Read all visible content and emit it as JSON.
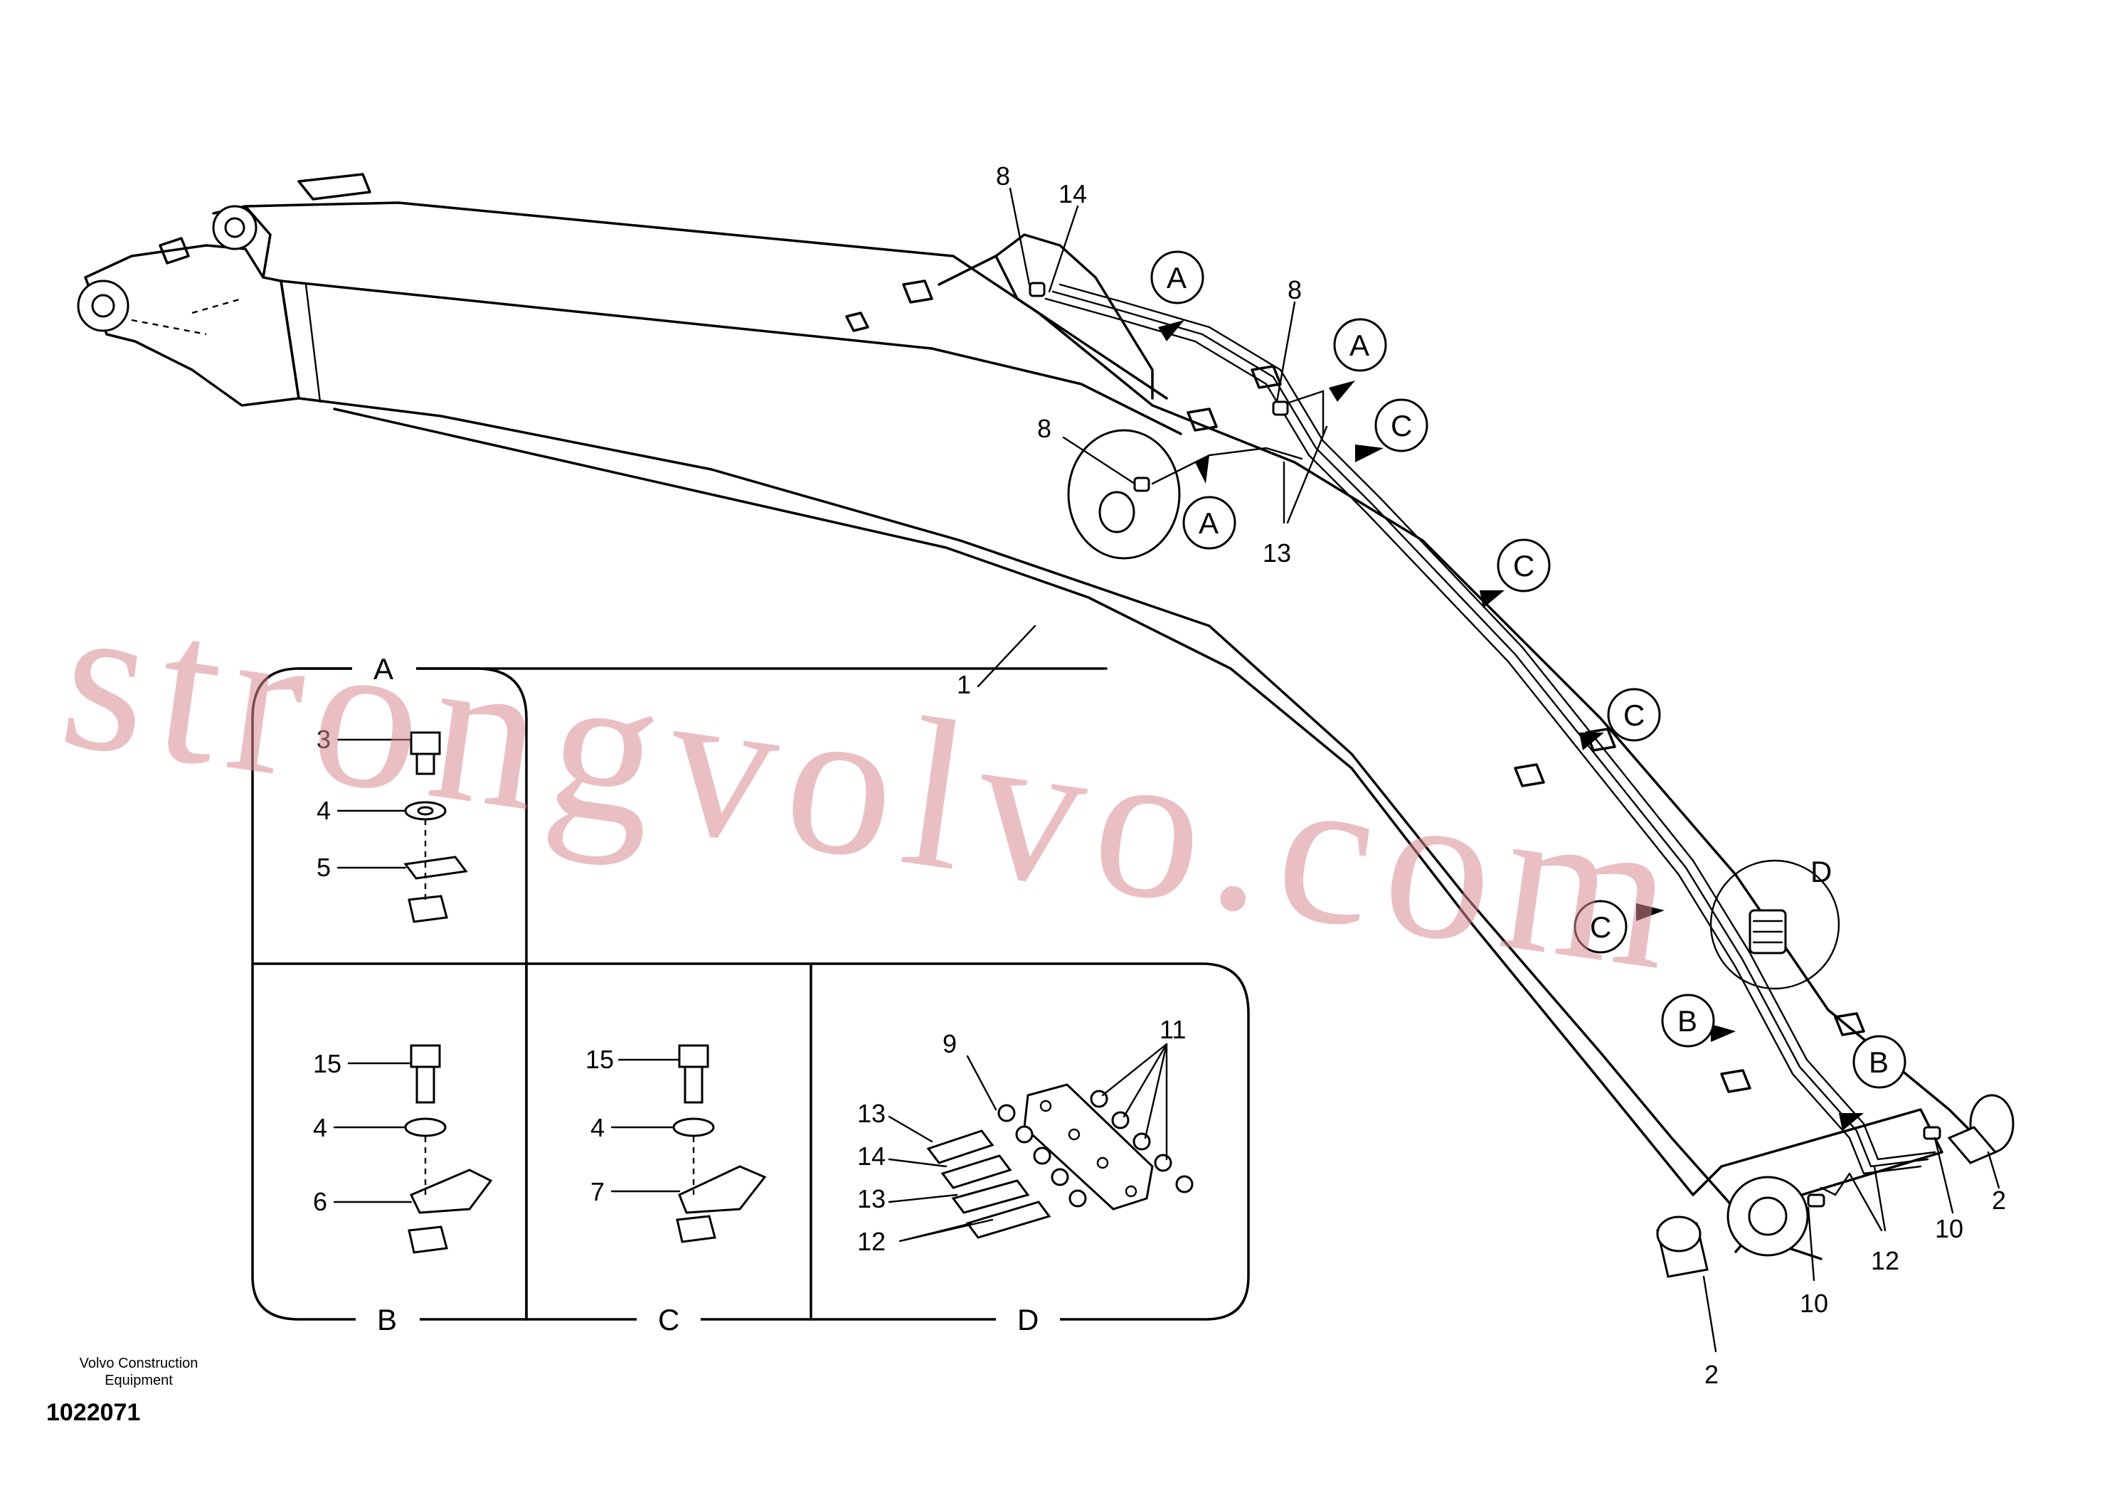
{
  "callouts": {
    "c1": "1",
    "c2a": "2",
    "c2b": "2",
    "c8a": "8",
    "c8b": "8",
    "c8c": "8",
    "c10a": "10",
    "c10b": "10",
    "c12": "12",
    "c13": "13",
    "c14": "14"
  },
  "view_refs": {
    "a1": "A",
    "a2": "A",
    "a3": "A",
    "b1": "B",
    "b2": "B",
    "c1": "C",
    "c2": "C",
    "c3": "C",
    "c4": "C",
    "d1": "D"
  },
  "detail_panels": {
    "A": {
      "title": "A",
      "labels": [
        "3",
        "4",
        "5"
      ]
    },
    "B": {
      "title": "B",
      "labels": [
        "15",
        "4",
        "6"
      ]
    },
    "C": {
      "title": "C",
      "labels": [
        "15",
        "4",
        "7"
      ]
    },
    "D": {
      "title": "D",
      "labels": [
        "9",
        "11",
        "13",
        "14",
        "13",
        "12"
      ]
    }
  },
  "watermark": "strongvolvo.com",
  "footer": {
    "manufacturer_line1": "Volvo Construction",
    "manufacturer_line2": "Equipment",
    "drawing_number": "1022071"
  },
  "colors": {
    "line": "#000000",
    "watermark": "#d98a92",
    "background": "#ffffff"
  }
}
